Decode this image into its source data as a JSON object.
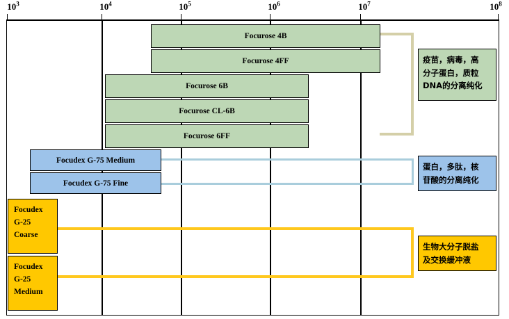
{
  "chart_data": {
    "type": "bar",
    "title": "",
    "xlabel": "",
    "ylabel": "",
    "scale": "log10",
    "xlim": [
      1000,
      100000000
    ],
    "grid": true,
    "legend": "none",
    "axis": {
      "ticks": [
        {
          "label": "10",
          "exp": "3",
          "value": 1000
        },
        {
          "label": "10",
          "exp": "4",
          "value": 10000
        },
        {
          "label": "10",
          "exp": "5",
          "value": 100000
        },
        {
          "label": "10",
          "exp": "6",
          "value": 1000000
        },
        {
          "label": "10",
          "exp": "7",
          "value": 10000000
        },
        {
          "label": "10",
          "exp": "8",
          "value": 100000000
        }
      ]
    },
    "series": [
      {
        "name": "Focurose 4B",
        "group": "agarose",
        "color": "#bdd7b5",
        "x_start": 60000,
        "x_end": 20000000
      },
      {
        "name": "Focurose 4FF",
        "group": "agarose",
        "color": "#bdd7b5",
        "x_start": 60000,
        "x_end": 20000000
      },
      {
        "name": "Focurose 6B",
        "group": "agarose",
        "color": "#bdd7b5",
        "x_start": 10000,
        "x_end": 4000000
      },
      {
        "name": "Focurose CL-6B",
        "group": "agarose",
        "color": "#bdd7b5",
        "x_start": 10000,
        "x_end": 4000000
      },
      {
        "name": "Focurose 6FF",
        "group": "agarose",
        "color": "#bdd7b5",
        "x_start": 10000,
        "x_end": 4000000
      },
      {
        "name": "Focudex G-75 Medium",
        "group": "dextran",
        "color": "#9dc3ea",
        "x_start": 1800,
        "x_end": 80000
      },
      {
        "name": "Focudex G-75 Fine",
        "group": "dextran",
        "color": "#9dc3ea",
        "x_start": 1800,
        "x_end": 80000
      },
      {
        "name": "Focudex G-25 Coarse",
        "group": "desalt",
        "color": "#ffc800",
        "x_start": 1000,
        "x_end": 2600
      },
      {
        "name": "Focudex G-25 Medium",
        "group": "desalt",
        "color": "#ffc800",
        "x_start": 1000,
        "x_end": 2600
      }
    ],
    "annotations": [
      {
        "group": "agarose",
        "text": "疫苗，病毒，高分子蛋白，质粒DNA的分离纯化",
        "color": "#bdd7b5"
      },
      {
        "group": "dextran",
        "text": "蛋白，多肽，核苷酸的分离纯化",
        "color": "#9dc3ea"
      },
      {
        "group": "desalt",
        "text": "生物大分子脱盐及交换缓冲液",
        "color": "#ffc800"
      }
    ]
  },
  "axis_labels": {
    "t0": "10",
    "t0e": "3",
    "t1": "10",
    "t1e": "4",
    "t2": "10",
    "t2e": "5",
    "t3": "10",
    "t3e": "6",
    "t4": "10",
    "t4e": "7",
    "t5": "10",
    "t5e": "8"
  },
  "bars": {
    "b0": "Focurose 4B",
    "b1": "Focurose 4FF",
    "b2": "Focurose 6B",
    "b3": "Focurose CL-6B",
    "b4": "Focurose 6FF",
    "b5": "Focudex G-75 Medium",
    "b6": "Focudex G-75 Fine",
    "b7l1": "Focudex",
    "b7l2": "G-25",
    "b7l3": "Coarse",
    "b8l1": "Focudex",
    "b8l2": "G-25",
    "b8l3": "Medium"
  },
  "notes": {
    "green_l1": "疫苗，病毒，高",
    "green_l2": "分子蛋白，质粒",
    "green_l3": "DNA的分离纯化",
    "blue_l1": "蛋白，多肽，核",
    "blue_l2": "苷酸的分离纯化",
    "orange_l1": "生物大分子脱盐",
    "orange_l2": "及交换缓冲液"
  },
  "colors": {
    "agarose_fill": "#bdd7b5",
    "dextran_fill": "#9dc3ea",
    "desalt_fill": "#ffc800",
    "agarose_bracket": "#d4cfa8",
    "dextran_bracket": "#a9cddc",
    "desalt_bracket": "#ffc81e",
    "frame": "#000000",
    "background": "#ffffff"
  }
}
